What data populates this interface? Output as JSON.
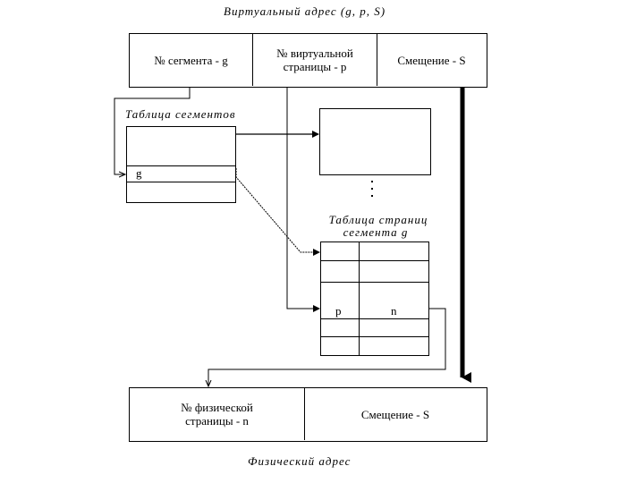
{
  "virtual_address": {
    "title": "Виртуальный адрес (g, p, S)",
    "segment_no": "№ сегмента - g",
    "virtual_page_no": "№ виртуальной\nстраницы - p",
    "offset": "Смещение - S"
  },
  "segment_table": {
    "title": "Таблица сегментов",
    "row_label": "g"
  },
  "ellipsis": "⋮",
  "page_table": {
    "title_line1": "Таблица страниц",
    "title_line2": "сегмента g",
    "row_label_p": "p",
    "row_label_n": "n"
  },
  "physical_address": {
    "physical_page_no": "№ физической\nстраницы - n",
    "offset": "Смещение - S",
    "title": "Физический адрес"
  }
}
